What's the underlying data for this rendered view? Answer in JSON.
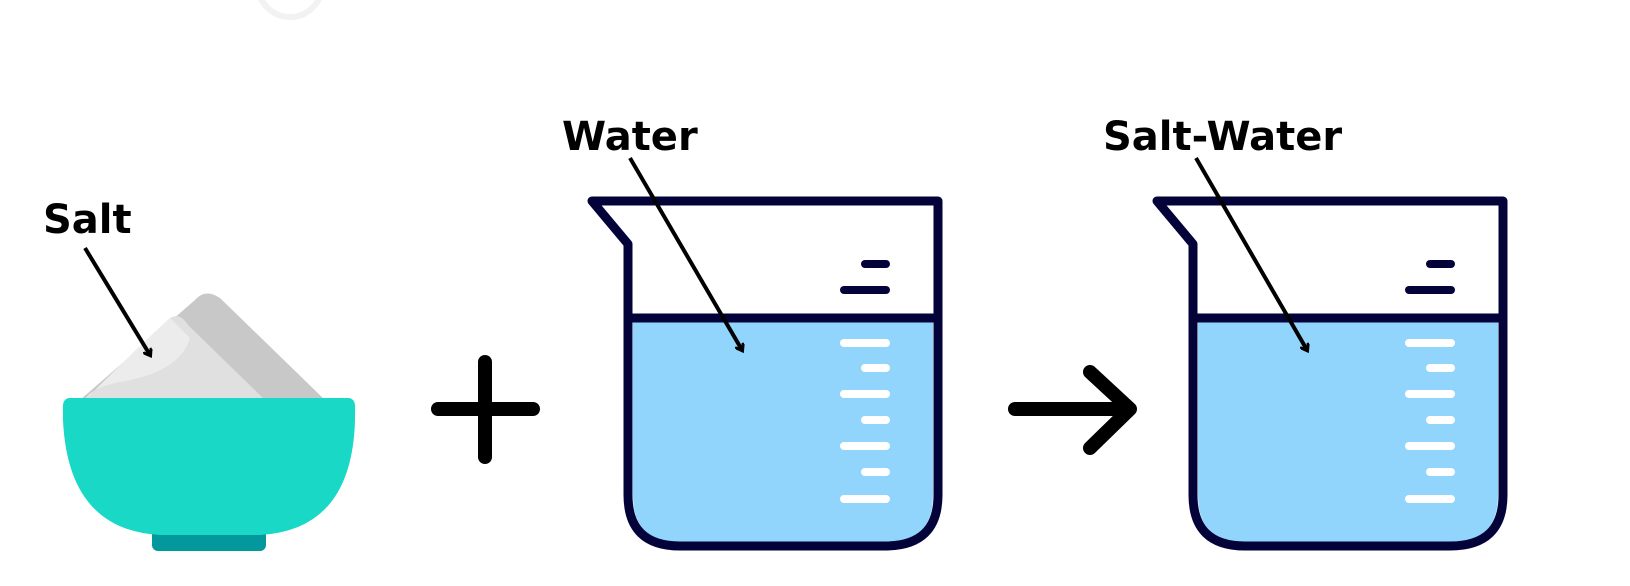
{
  "labels": {
    "salt": "Salt",
    "water": "Water",
    "salt_water": "Salt-Water"
  },
  "operators": {
    "plus": "plus-icon",
    "arrow": "arrow-right-icon"
  },
  "colors": {
    "bowl": "#19d8c5",
    "bowl_base": "#03999c",
    "salt_light": "#e0e0e0",
    "salt_shadow": "#c8c8c8",
    "water": "#91d5fc",
    "outline": "#03033a"
  }
}
